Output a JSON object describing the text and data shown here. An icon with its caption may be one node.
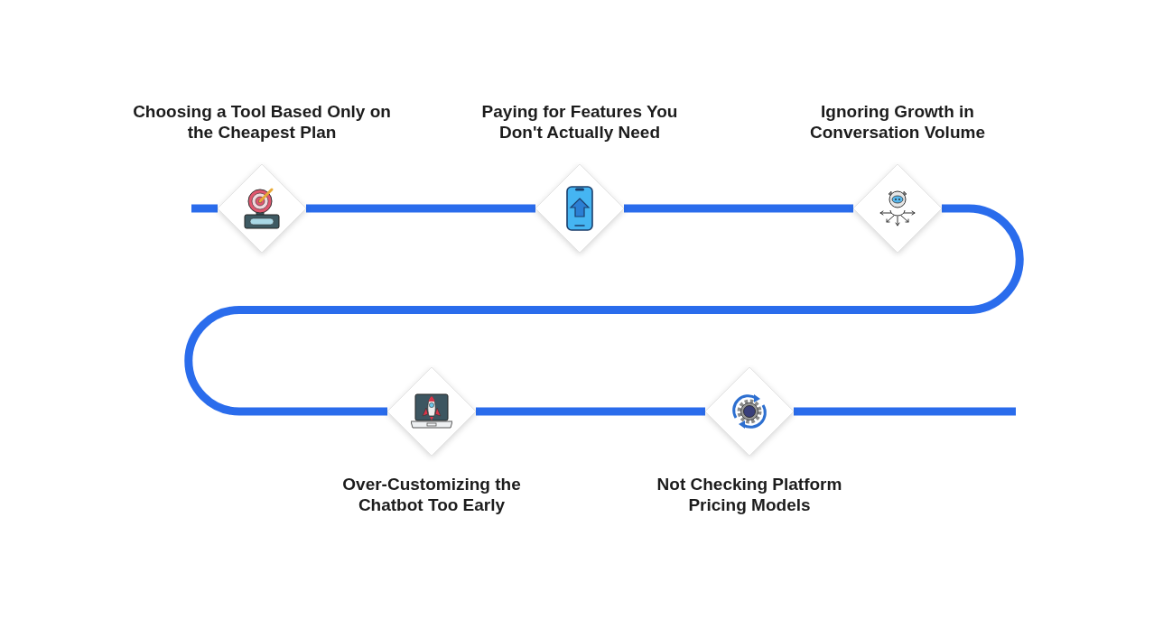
{
  "diagram": {
    "nodes": [
      {
        "text": [
          "Choosing a Tool Based Only on the Cheapest Plan"
        ]
      },
      {
        "text": [
          "Paying for Features You Don't Actually Need"
        ]
      },
      {
        "text": [
          "Ignoring Growth in Conversation Volume"
        ]
      },
      {
        "text": [
          "Over-Customizing the Chatbot Too Early"
        ]
      },
      {
        "text": [
          "Not Checking Platform Pricing Models"
        ]
      }
    ],
    "edges": [
      {
        "from": null,
        "to": 0,
        "arrow": "none"
      },
      {
        "from": 0,
        "to": 1,
        "arrow": "none"
      },
      {
        "from": 1,
        "to": 2,
        "arrow": "none"
      },
      {
        "from": 2,
        "to": 3,
        "arrow": "none"
      },
      {
        "from": 3,
        "to": 4,
        "arrow": "none"
      },
      {
        "from": 4,
        "to": null,
        "arrow": "none"
      }
    ]
  }
}
